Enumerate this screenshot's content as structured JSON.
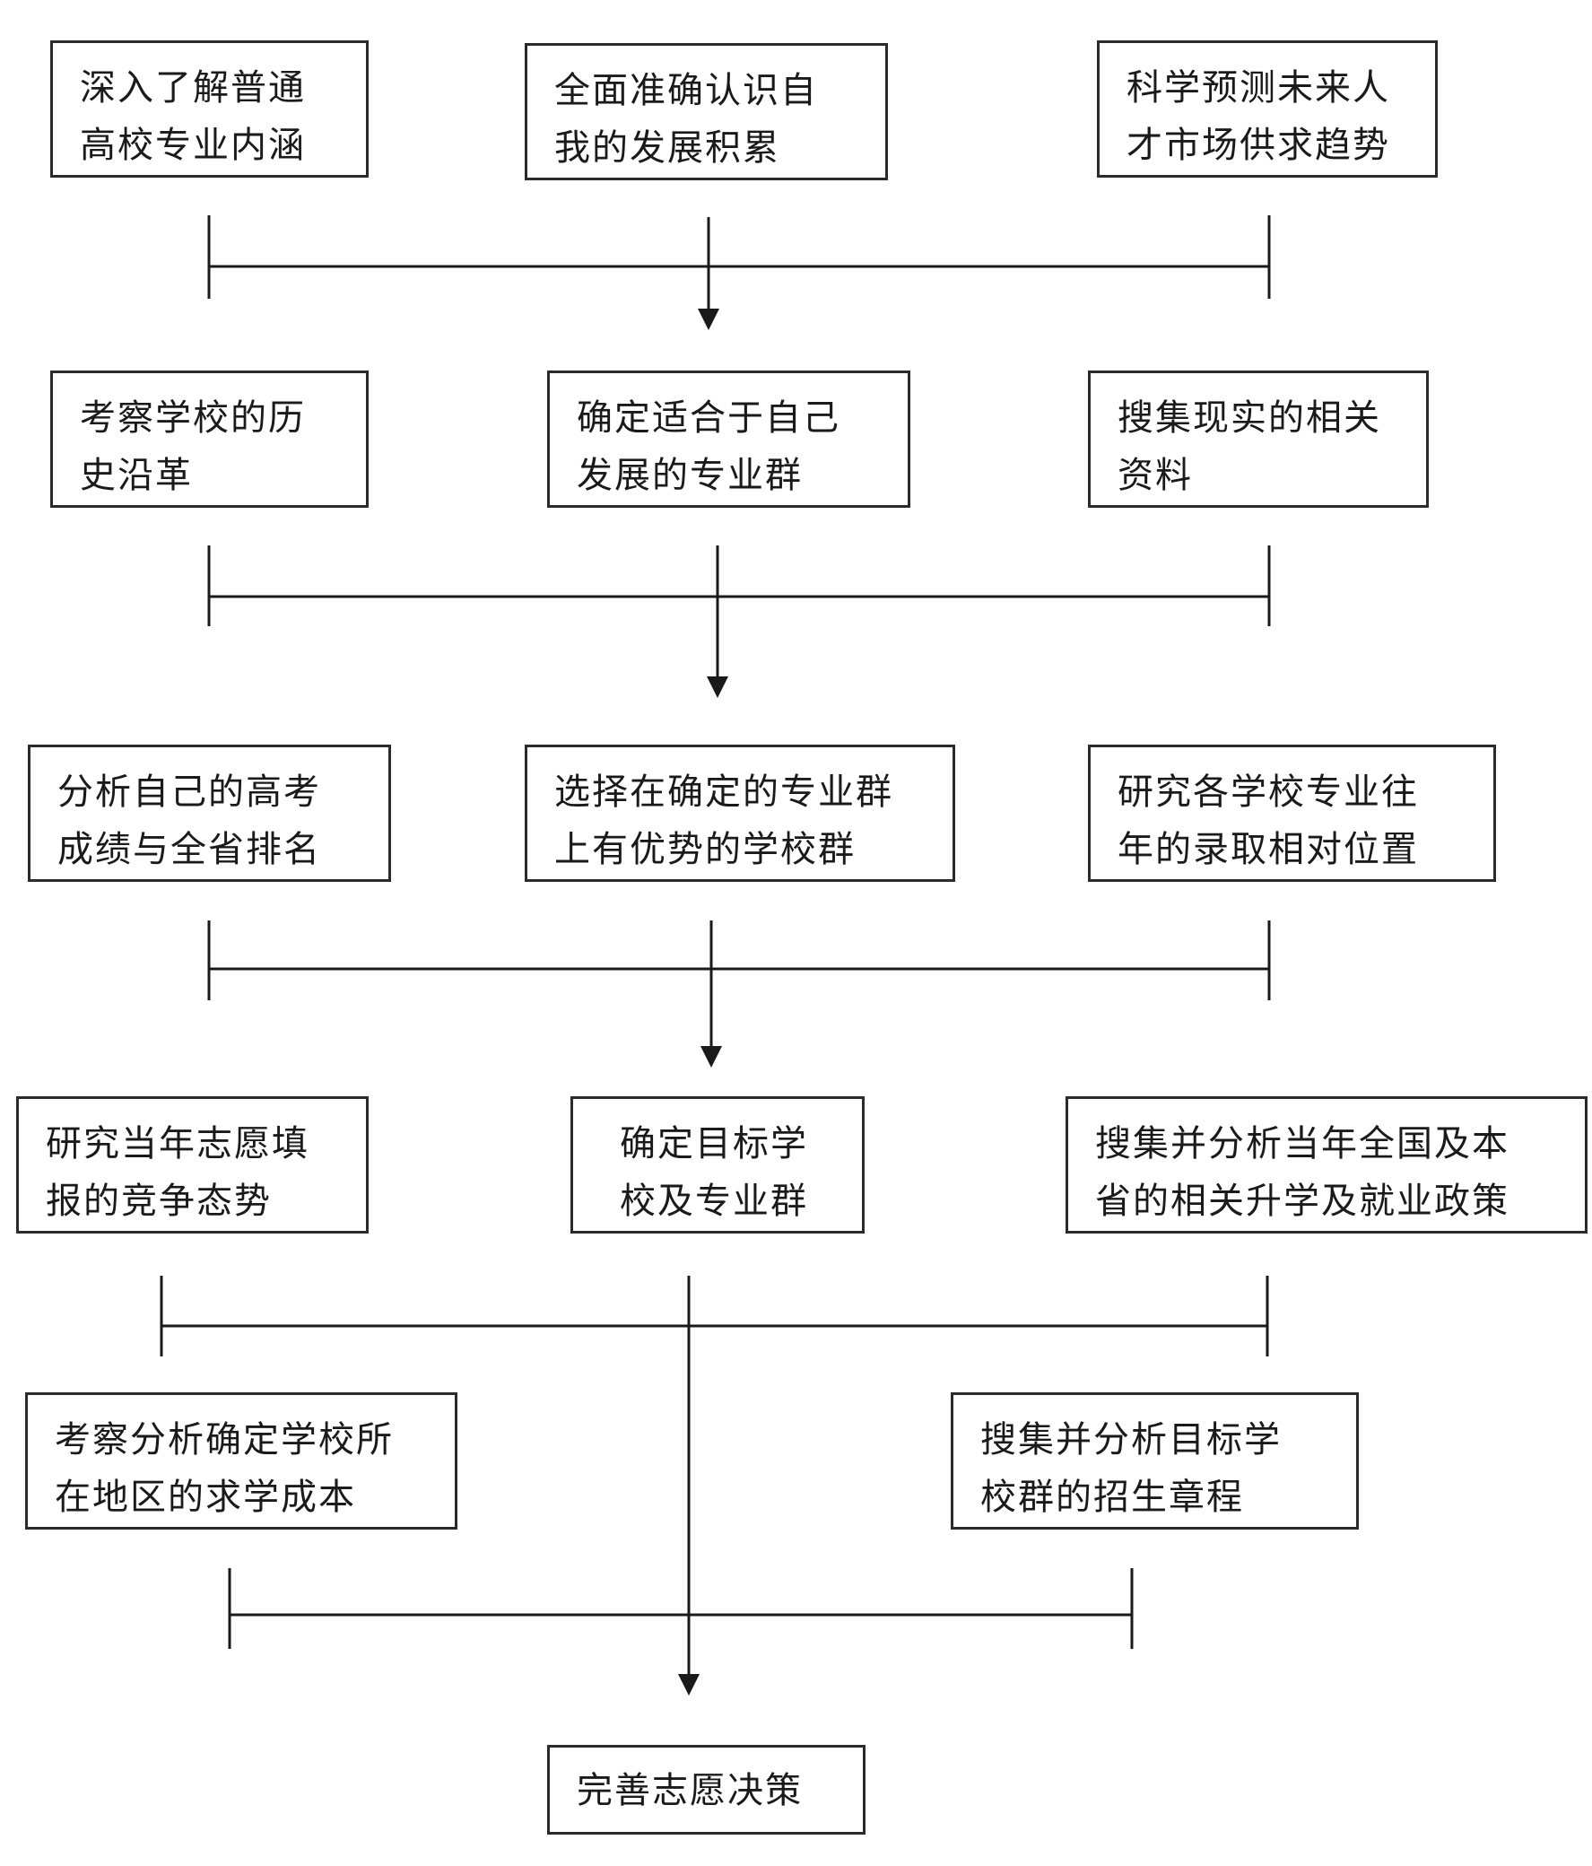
{
  "steps": [
    {
      "id": "a1",
      "lines": [
        "深入了解普通",
        "高校专业内涵"
      ]
    },
    {
      "id": "a2",
      "lines": [
        "全面准确认识自",
        "我的发展积累"
      ]
    },
    {
      "id": "a3",
      "lines": [
        "科学预测未来人",
        "才市场供求趋势"
      ]
    },
    {
      "id": "b1",
      "lines": [
        "考察学校的历",
        "史沿革"
      ]
    },
    {
      "id": "b2",
      "lines": [
        "确定适合于自己",
        "发展的专业群"
      ]
    },
    {
      "id": "b3",
      "lines": [
        "搜集现实的相关",
        "资料"
      ]
    },
    {
      "id": "c1",
      "lines": [
        "分析自己的高考",
        "成绩与全省排名"
      ]
    },
    {
      "id": "c2",
      "lines": [
        "选择在确定的专业群",
        "上有优势的学校群"
      ]
    },
    {
      "id": "c3",
      "lines": [
        "研究各学校专业往",
        "年的录取相对位置"
      ]
    },
    {
      "id": "d1",
      "lines": [
        "研究当年志愿填",
        "报的竞争态势"
      ]
    },
    {
      "id": "d2",
      "lines": [
        "确定目标学",
        "校及专业群"
      ]
    },
    {
      "id": "d3",
      "lines": [
        "搜集并分析当年全国及本",
        "省的相关升学及就业政策"
      ]
    },
    {
      "id": "e1",
      "lines": [
        "考察分析确定学校所",
        "在地区的求学成本"
      ]
    },
    {
      "id": "e2",
      "lines": [
        "搜集并分析目标学",
        "校群的招生章程"
      ]
    },
    {
      "id": "f1",
      "lines": [
        "完善志愿决策"
      ]
    }
  ],
  "colors": {
    "line": "#1a1a1a",
    "border": "#2b2b2b",
    "text": "#1a1a1a"
  }
}
